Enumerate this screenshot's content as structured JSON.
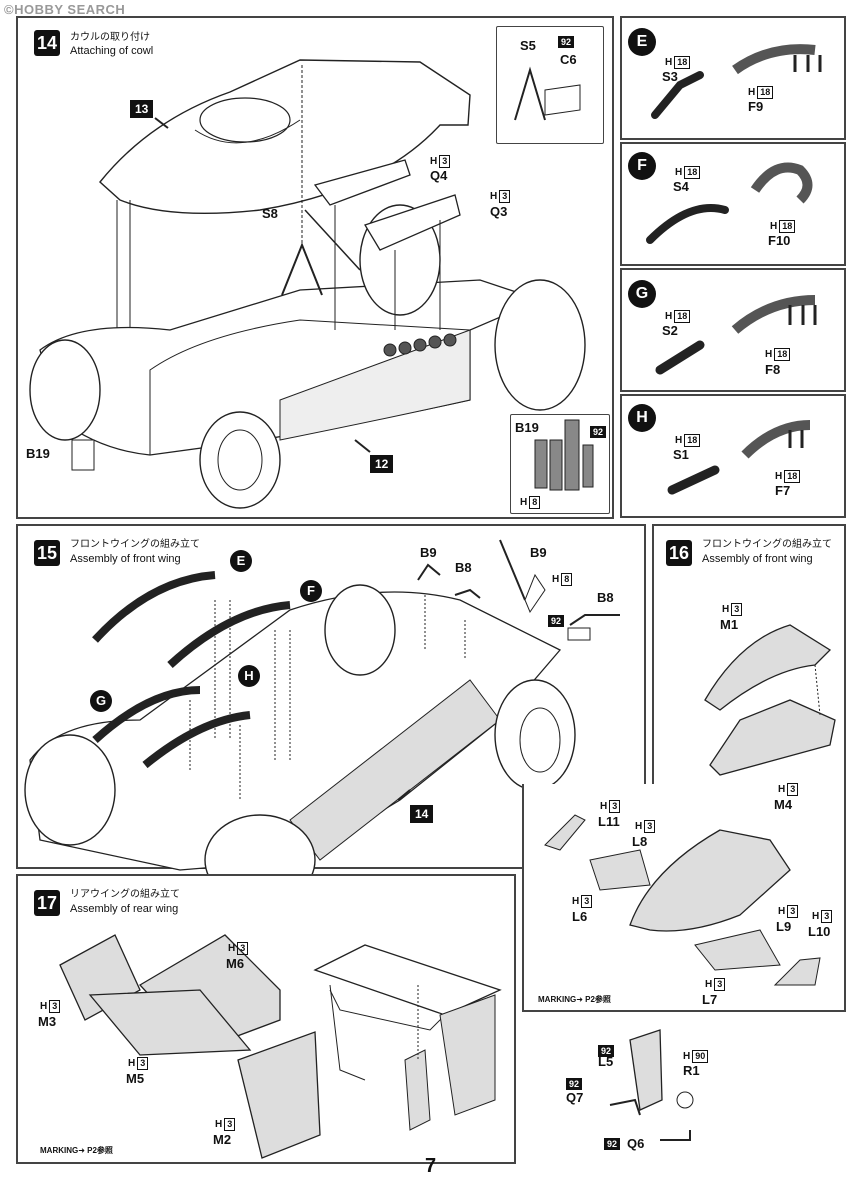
{
  "watermark": "©HOBBY SEARCH",
  "page_number": "7",
  "step14": {
    "number": "14",
    "title_jp": "カウルの取り付け",
    "title_en": "Attaching of cowl",
    "callouts": [
      "13",
      "12"
    ],
    "parts": {
      "Q4": "Q4",
      "Q3": "Q3",
      "S8": "S8",
      "B19": "B19",
      "S5": "S5",
      "C6": "C6"
    },
    "runner_h": "H",
    "runner_h_num": "3",
    "runner_92": "92",
    "inset_b19": "B19",
    "inset_h8": "8"
  },
  "subE": {
    "letter": "E",
    "s": "S3",
    "f": "F9",
    "h": "H",
    "num": "18"
  },
  "subF": {
    "letter": "F",
    "s": "S4",
    "f": "F10",
    "h": "H",
    "num": "18"
  },
  "subG": {
    "letter": "G",
    "s": "S2",
    "f": "F8",
    "h": "H",
    "num": "18"
  },
  "subH": {
    "letter": "H",
    "s": "S1",
    "f": "F7",
    "h": "H",
    "num": "18"
  },
  "step15": {
    "number": "15",
    "title_jp": "フロントウイングの組み立て",
    "title_en": "Assembly of front wing",
    "callout": "14",
    "b9": "B9",
    "b8": "B8",
    "h8": "8",
    "r92": "92"
  },
  "step16": {
    "number": "16",
    "title_jp": "フロントウイングの組み立て",
    "title_en": "Assembly of front wing",
    "parts": {
      "M1": "M1",
      "M4": "M4",
      "L11": "L11",
      "L8": "L8",
      "L6": "L6",
      "L7": "L7",
      "L9": "L9",
      "L10": "L10"
    },
    "h3": "3",
    "marking": "MARKING➜ P2参照"
  },
  "step17": {
    "number": "17",
    "title_jp": "リアウイングの組み立て",
    "title_en": "Assembly of rear wing",
    "parts": {
      "M6": "M6",
      "M3": "M3",
      "M5": "M5",
      "M2": "M2",
      "L5": "L5",
      "R1": "R1",
      "Q7": "Q7",
      "Q6": "Q6"
    },
    "h3": "3",
    "h90": "90",
    "r92": "92",
    "marking": "MARKING➜ P2参照"
  }
}
